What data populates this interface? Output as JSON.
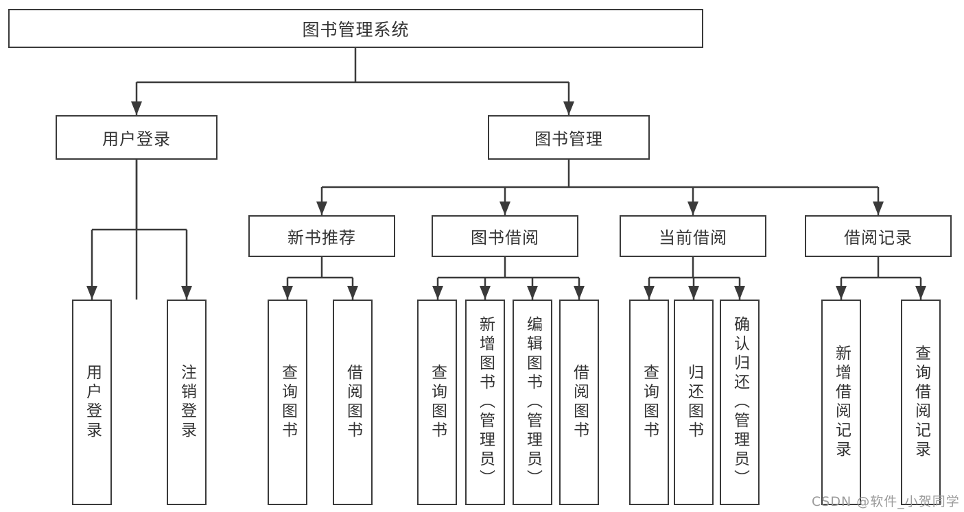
{
  "colors": {
    "line": "#3a3a3a",
    "box_border": "#3a3a3a",
    "box_fill": "#ffffff",
    "text": "#333333",
    "watermark": "#9b9b9b"
  },
  "tree": {
    "root": "图书管理系统",
    "branches": [
      {
        "label": "用户登录",
        "children": [
          "用户登录",
          "注销登录"
        ]
      },
      {
        "label": "图书管理",
        "sections": [
          {
            "label": "新书推荐",
            "children": [
              "查询图书",
              "借阅图书"
            ]
          },
          {
            "label": "图书借阅",
            "children": [
              "查询图书",
              "新增图书（管理员）",
              "编辑图书（管理员）",
              "借阅图书"
            ]
          },
          {
            "label": "当前借阅",
            "children": [
              "查询图书",
              "归还图书",
              "确认归还（管理员）"
            ]
          },
          {
            "label": "借阅记录",
            "children": [
              "新增借阅记录",
              "查询借阅记录"
            ]
          }
        ]
      }
    ]
  },
  "watermark": "CSDN @软件_小贺同学"
}
